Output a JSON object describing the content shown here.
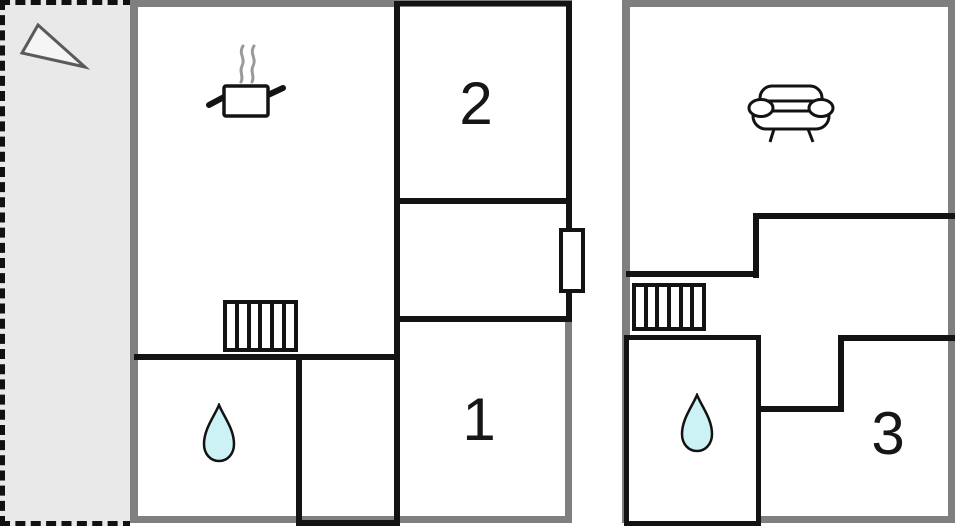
{
  "title": "Two-floor holiday home floor plan",
  "colors": {
    "background": "#ffffff",
    "outer_wall": "#7f7f7f",
    "inner_wall": "#131313",
    "terrace_fill": "#e9e9e9",
    "terrace_border": "#111111",
    "water_drop_fill": "#cdf2f6",
    "steam_gray": "#9a9a9a",
    "triangle_stroke": "#5a5a5a",
    "triangle_fill": "#f5f5f5"
  },
  "terrace": {
    "name": "terrace-area",
    "icons": [
      "direction-triangle-icon"
    ]
  },
  "floor_left": {
    "name": "ground-floor-plan",
    "room_labels": {
      "room_2": "2",
      "room_1": "1"
    },
    "icons": [
      "cooking-pot-icon",
      "stairs-icon",
      "water-drop-icon",
      "window-marker"
    ]
  },
  "floor_right": {
    "name": "upper-floor-plan",
    "room_labels": {
      "room_3": "3"
    },
    "icons": [
      "sofa-icon",
      "stairs-icon",
      "water-drop-icon"
    ]
  }
}
